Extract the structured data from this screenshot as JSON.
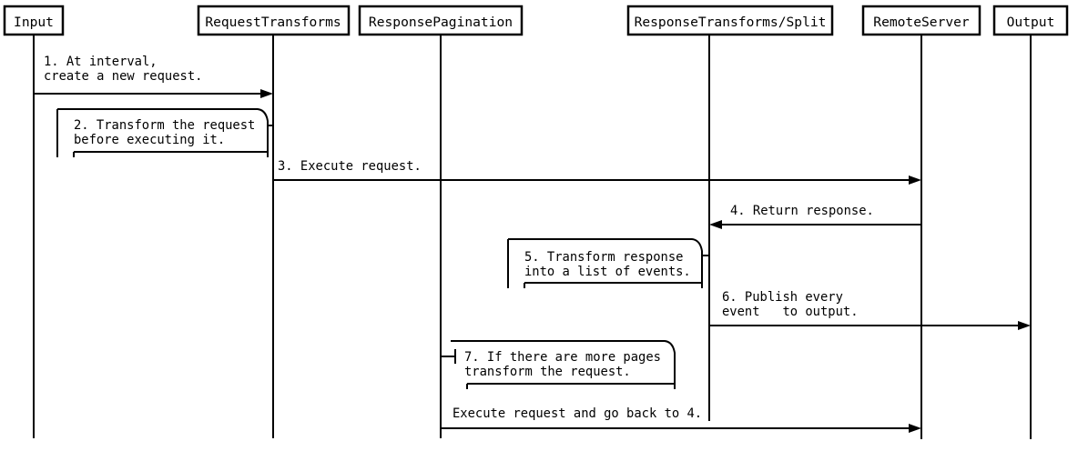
{
  "diagram": {
    "type": "sequence-diagram",
    "colors": {
      "background": "#ffffff",
      "line": "#000000",
      "text": "#000000"
    },
    "actors": [
      {
        "label": "Input"
      },
      {
        "label": "RequestTransforms"
      },
      {
        "label": "ResponsePagination"
      },
      {
        "label": "ResponseTransforms/Split"
      },
      {
        "label": "RemoteServer"
      },
      {
        "label": "Output"
      }
    ],
    "messages": [
      {
        "kind": "arrow",
        "from": "Input",
        "to": "RequestTransforms",
        "line1": "1. At interval,",
        "line2": "create a new request."
      },
      {
        "kind": "self",
        "actor": "RequestTransforms",
        "line1": "2. Transform the request",
        "line2": "before executing it."
      },
      {
        "kind": "arrow",
        "from": "RequestTransforms",
        "to": "RemoteServer",
        "line1": "3. Execute request."
      },
      {
        "kind": "arrow",
        "from": "RemoteServer",
        "to": "ResponseTransforms/Split",
        "line1": "4. Return response."
      },
      {
        "kind": "self",
        "actor": "ResponseTransforms/Split",
        "line1": "5. Transform response",
        "line2": "into a list of events."
      },
      {
        "kind": "arrow",
        "from": "ResponseTransforms/Split",
        "to": "Output",
        "line1": "6. Publish every",
        "line2": "event   to output."
      },
      {
        "kind": "self",
        "actor": "ResponsePagination",
        "line1": "7. If there are more pages",
        "line2": "transform the request."
      },
      {
        "kind": "arrow",
        "from": "ResponsePagination",
        "to": "RemoteServer",
        "line1": "Execute request and go back to 4."
      }
    ]
  }
}
